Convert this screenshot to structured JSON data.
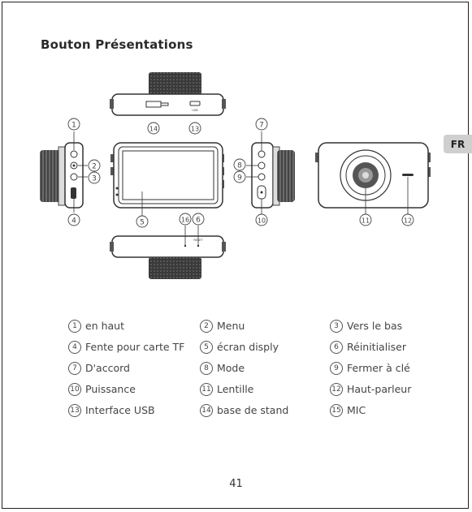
{
  "title": "Bouton Présentations",
  "language_tab": "FR",
  "legend": [
    {
      "num": "1",
      "label": "en haut"
    },
    {
      "num": "2",
      "label": "Menu"
    },
    {
      "num": "3",
      "label": "Vers le bas"
    },
    {
      "num": "4",
      "label": "Fente pour carte TF"
    },
    {
      "num": "5",
      "label": "écran disply"
    },
    {
      "num": "6",
      "label": "Réinitialiser"
    },
    {
      "num": "7",
      "label": "D'accord"
    },
    {
      "num": "8",
      "label": "Mode"
    },
    {
      "num": "9",
      "label": "Fermer à clé"
    },
    {
      "num": "10",
      "label": "Puissance"
    },
    {
      "num": "11",
      "label": "Lentille"
    },
    {
      "num": "12",
      "label": "Haut-parleur"
    },
    {
      "num": "13",
      "label": "Interface USB"
    },
    {
      "num": "14",
      "label": "base de stand"
    },
    {
      "num": "15",
      "label": "MIC"
    }
  ],
  "callouts": [
    "1",
    "2",
    "3",
    "4",
    "5",
    "6",
    "7",
    "8",
    "9",
    "10",
    "11",
    "12",
    "13",
    "14",
    "16"
  ],
  "device_labels": {
    "usb_port": "USB",
    "reset_port": "RESET"
  },
  "page_number": "41"
}
